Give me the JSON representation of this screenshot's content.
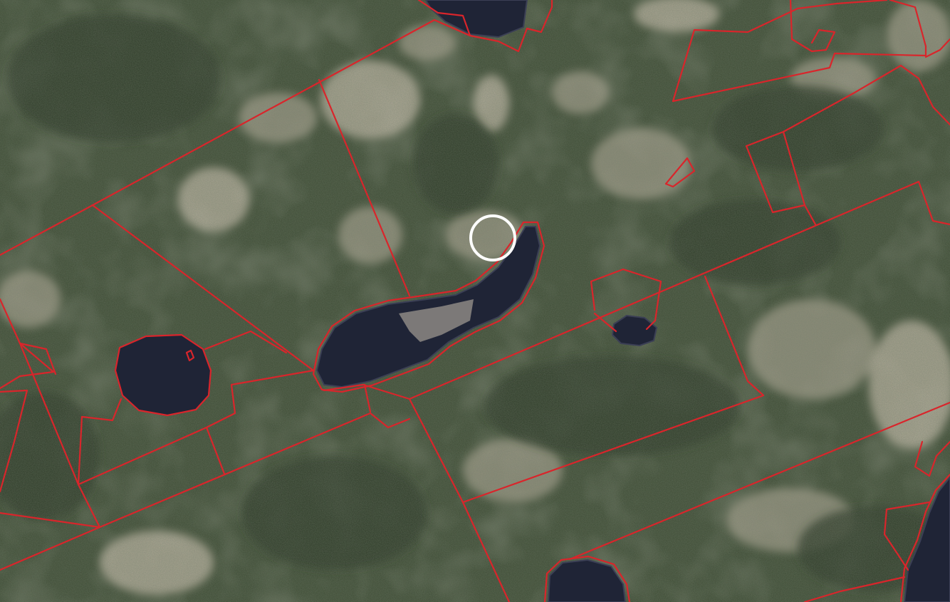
{
  "map": {
    "type": "aerial-orthophoto",
    "overlay": "property-boundaries",
    "colors": {
      "forest_dark": "#2c3826",
      "forest_mid": "#3f4d36",
      "forest_light": "#5b6650",
      "clearing": "#a8a190",
      "clearing_light": "#c9bfae",
      "water": "#1f2436",
      "water_edge": "#3b3f55",
      "boundary": "#d9252b",
      "marker": "#ffffff"
    },
    "marker": {
      "shape": "circle",
      "style": "hollow-ring"
    }
  }
}
